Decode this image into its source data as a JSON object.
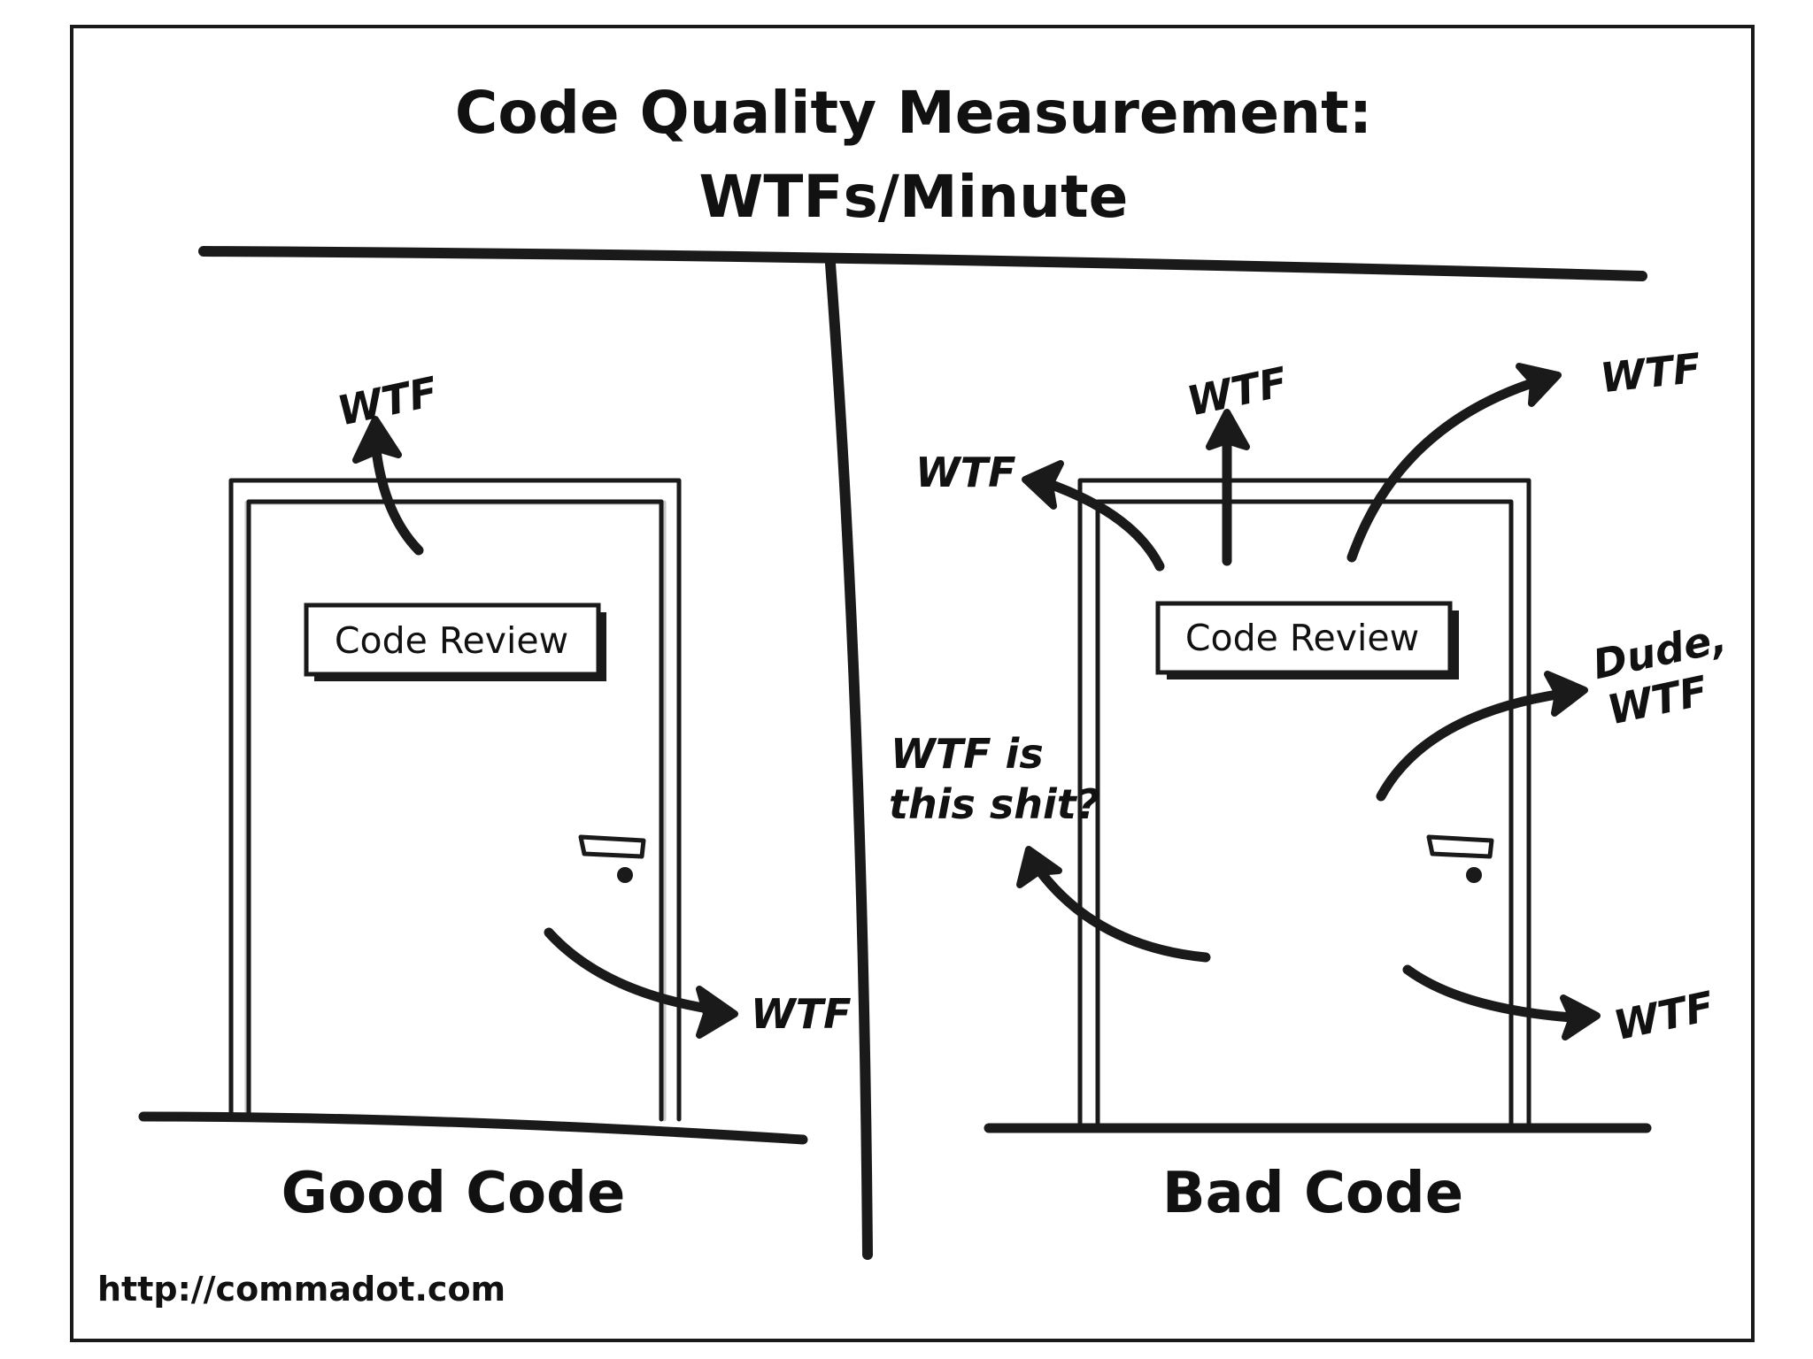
{
  "comic": {
    "title_line1": "Code Quality Measurement:",
    "title_line2": "WTFs/Minute",
    "url": "http://commadot.com"
  },
  "left_panel": {
    "caption": "Good Code",
    "sign": "Code Review",
    "exclamations": [
      "WTF",
      "WTF"
    ]
  },
  "right_panel": {
    "caption": "Bad Code",
    "sign": "Code Review",
    "exclamations": [
      "WTF",
      "WTF",
      "WTF",
      "Dude,",
      "WTF",
      "WTF is",
      "this shit?",
      "WTF"
    ]
  }
}
